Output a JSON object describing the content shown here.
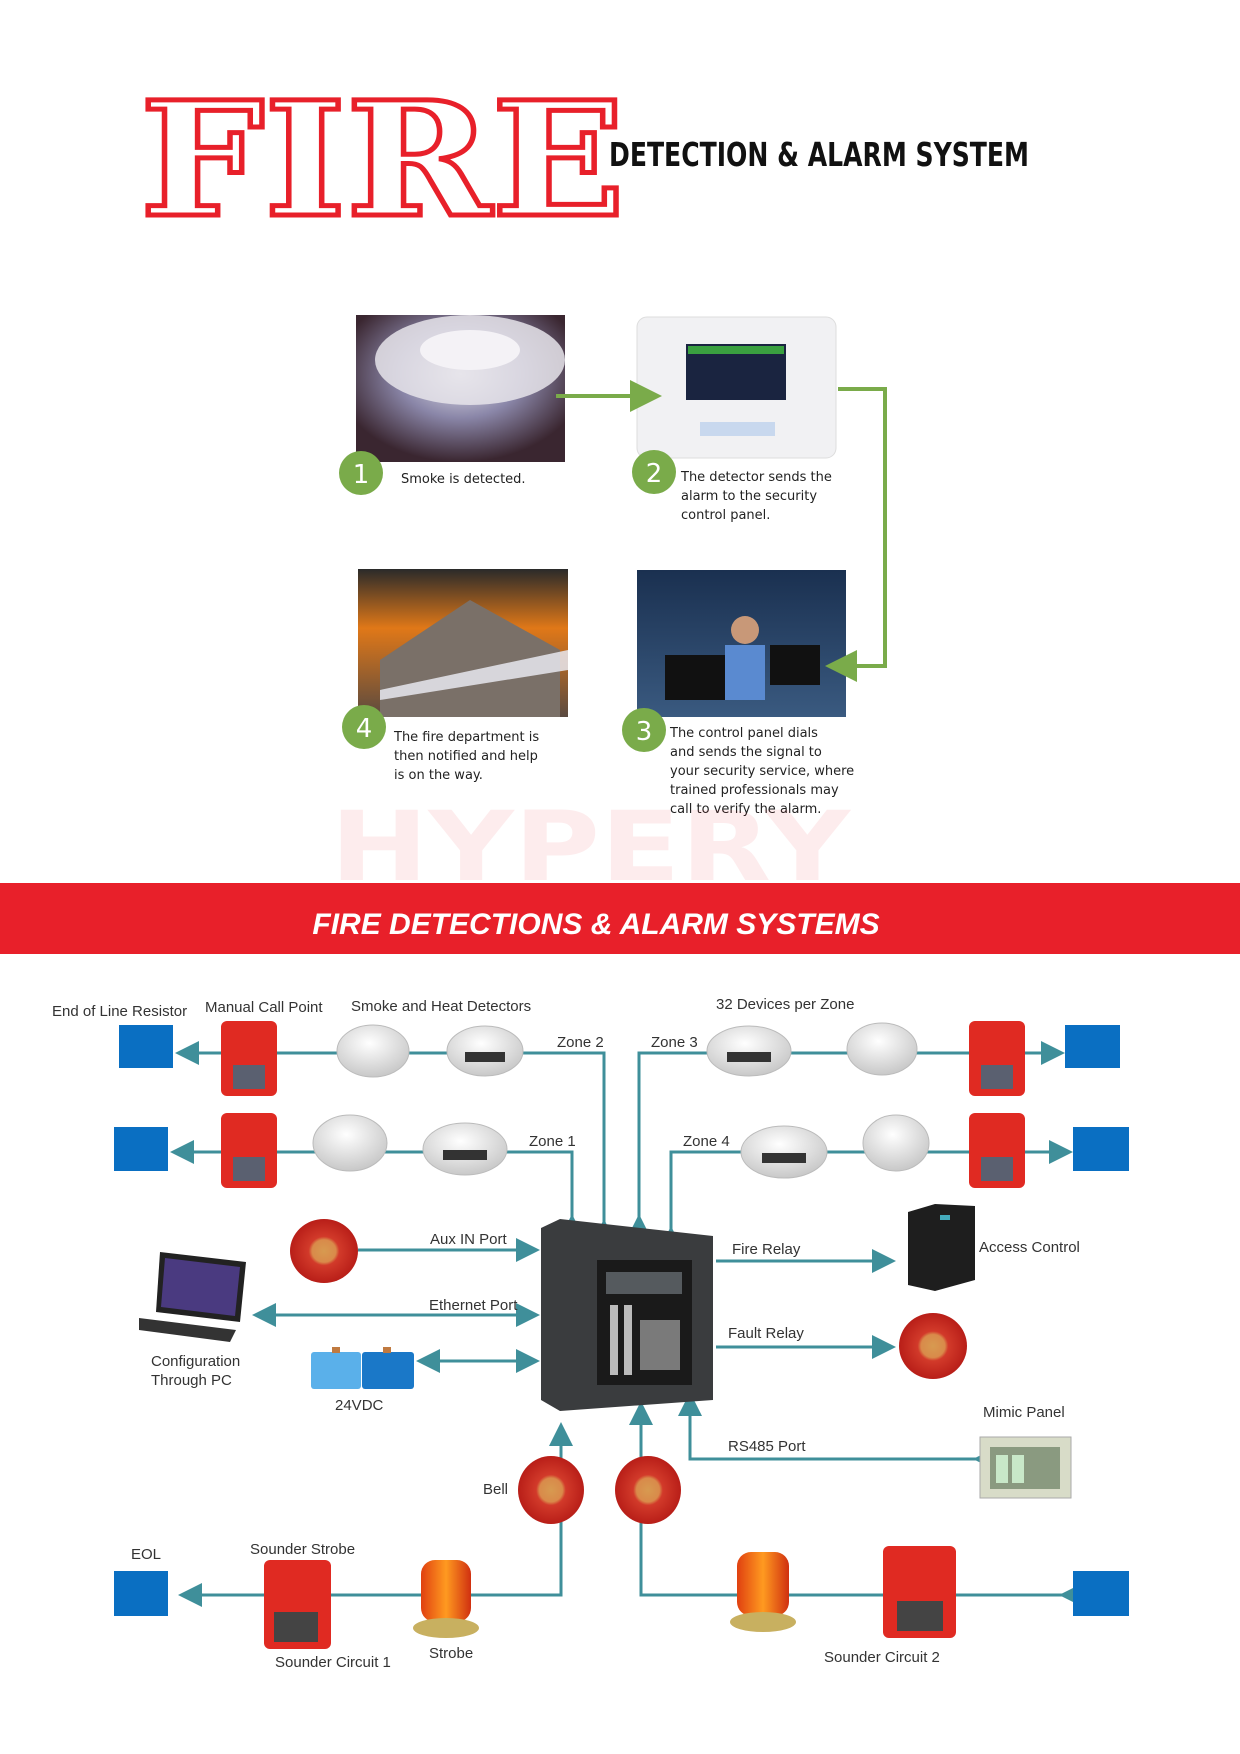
{
  "header": {
    "logo_word": "FIRE",
    "subtitle": "DETECTION & ALARM SYSTEM"
  },
  "watermark": "HYPERY",
  "steps": [
    {
      "number": "1",
      "lines": [
        "Smoke is detected."
      ]
    },
    {
      "number": "2",
      "lines": [
        "The detector sends the",
        "alarm to the security",
        "control panel."
      ]
    },
    {
      "number": "3",
      "lines": [
        "The control panel dials",
        "and sends the signal to",
        "your security service, where",
        "trained professionals may",
        "call to verify the alarm."
      ]
    },
    {
      "number": "4",
      "lines": [
        "The fire department is",
        "then notified and help",
        "is on the way."
      ]
    }
  ],
  "banner": {
    "title": "FIRE DETECTIONS & ALARM SYSTEMS",
    "color": "#e8202a"
  },
  "diagram": {
    "labels": {
      "eol_resistor": "End of Line Resistor",
      "manual_call_point": "Manual Call Point",
      "detectors": "Smoke and Heat Detectors",
      "devices_per_zone": "32 Devices per Zone",
      "zone1": "Zone 1",
      "zone2": "Zone 2",
      "zone3": "Zone 3",
      "zone4": "Zone 4",
      "aux_in": "Aux IN Port",
      "ethernet": "Ethernet Port",
      "config_1": "Configuration",
      "config_2": "Through PC",
      "vdc": "24VDC",
      "fire_relay": "Fire Relay",
      "access_control": "Access Control",
      "fault_relay": "Fault Relay",
      "mimic_panel": "Mimic Panel",
      "rs485": "RS485 Port",
      "bell": "Bell",
      "eol": "EOL",
      "sounder_strobe": "Sounder Strobe",
      "sounder_circuit1": "Sounder Circuit 1",
      "strobe": "Strobe",
      "sounder_circuit2": "Sounder Circuit 2"
    },
    "colors": {
      "line": "#3f8f9a",
      "eol_box": "#0a6fc2",
      "device_red": "#e02a22",
      "step_green": "#7aab4a"
    }
  }
}
